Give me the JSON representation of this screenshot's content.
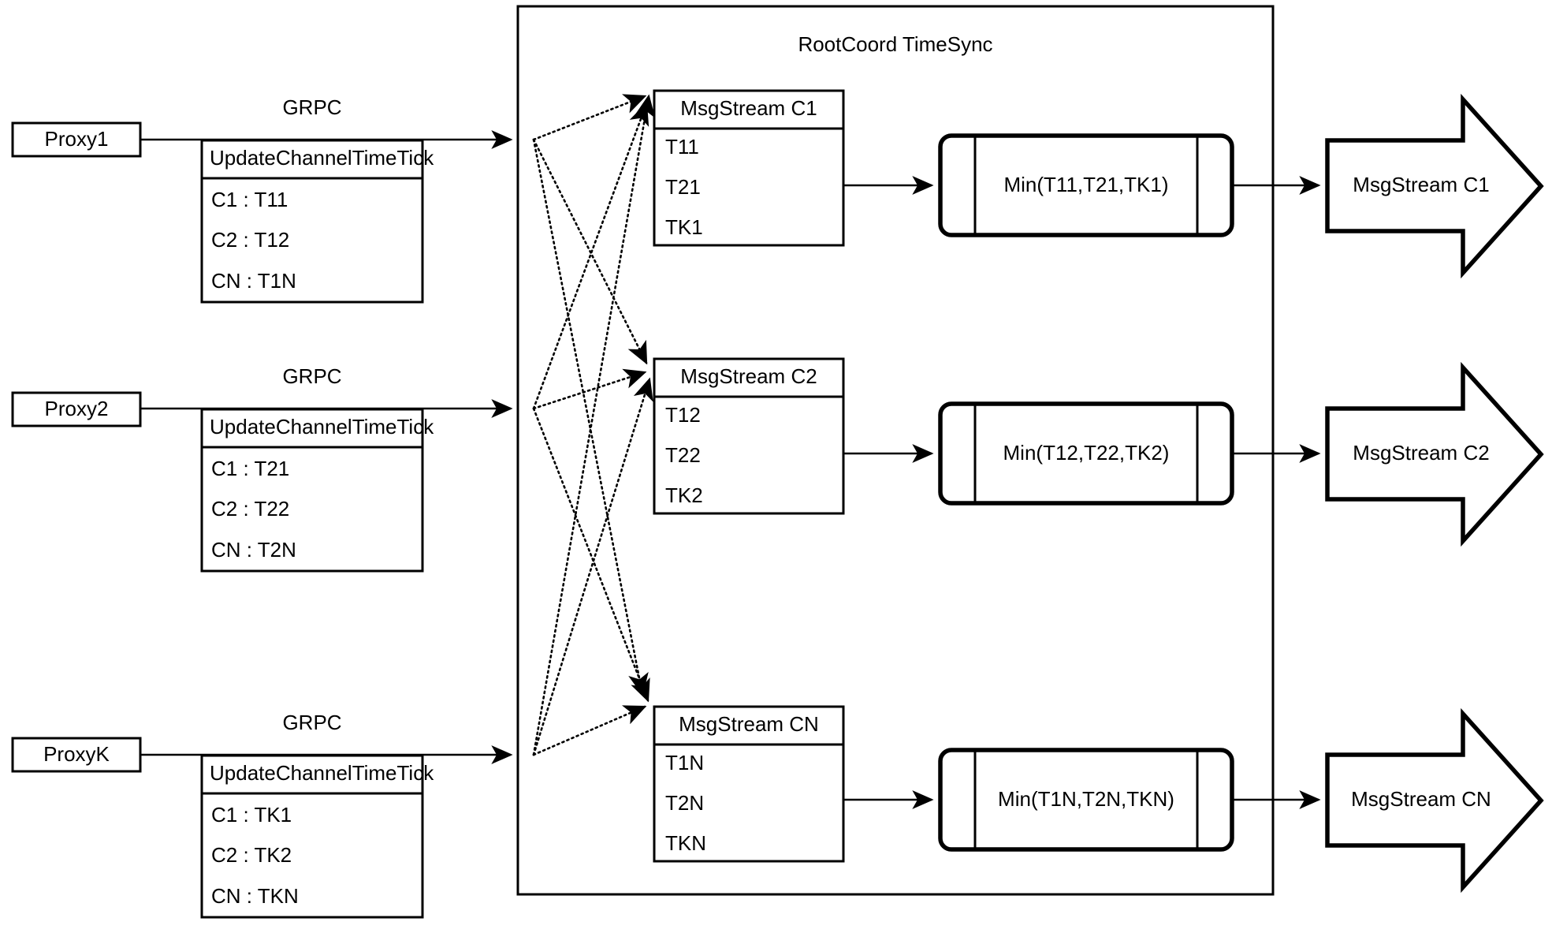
{
  "diagram": {
    "container_title": "RootCoord TimeSync",
    "grpc_label": "GRPC",
    "request_title": "UpdateChannelTimeTick",
    "proxies": [
      {
        "name": "Proxy1",
        "grpc": "GRPC",
        "request_title": "UpdateChannelTimeTick",
        "rows": [
          "C1 :  T11",
          "C2 :  T12",
          "CN : T1N"
        ]
      },
      {
        "name": "Proxy2",
        "grpc": "GRPC",
        "request_title": "UpdateChannelTimeTick",
        "rows": [
          "C1 :  T21",
          "C2 :  T22",
          "CN : T2N"
        ]
      },
      {
        "name": "ProxyK",
        "grpc": "GRPC",
        "request_title": "UpdateChannelTimeTick",
        "rows": [
          "C1 :  TK1",
          "C2 :  TK2",
          "CN : TKN"
        ]
      }
    ],
    "channels": [
      {
        "stream_title": "MsgStream C1",
        "ticks": [
          "T11",
          "T21",
          "TK1"
        ],
        "min_label": "Min(T11,T21,TK1)",
        "output_label": "MsgStream C1"
      },
      {
        "stream_title": "MsgStream C2",
        "ticks": [
          "T12",
          "T22",
          "TK2"
        ],
        "min_label": "Min(T12,T22,TK2)",
        "output_label": "MsgStream C2"
      },
      {
        "stream_title": "MsgStream CN",
        "ticks": [
          "T1N",
          "T2N",
          "TKN"
        ],
        "min_label": "Min(T1N,T2N,TKN)",
        "output_label": "MsgStream CN"
      }
    ],
    "colors": {
      "stroke": "#000000",
      "background": "#ffffff"
    }
  }
}
